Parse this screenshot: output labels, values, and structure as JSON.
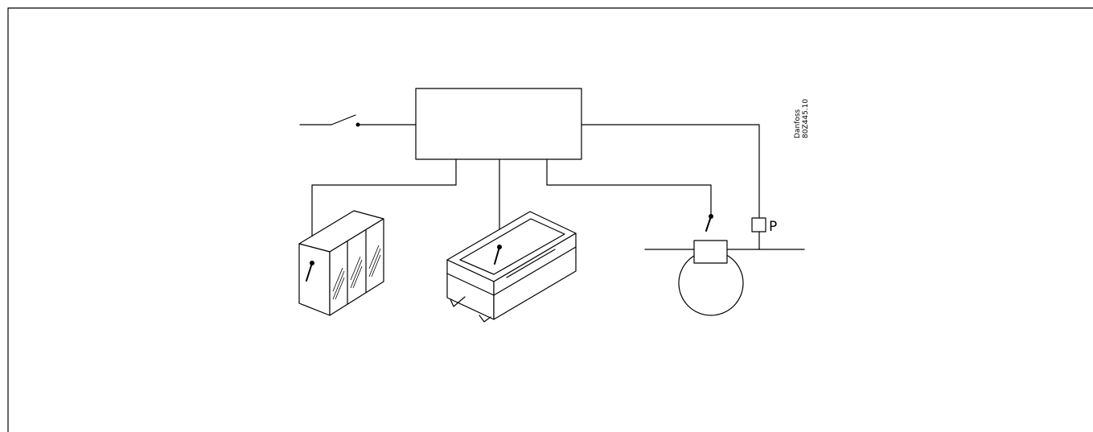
{
  "diagram": {
    "pressure_label": "P",
    "code_line1": "Danfoss",
    "code_line2": "80Z445.10"
  }
}
